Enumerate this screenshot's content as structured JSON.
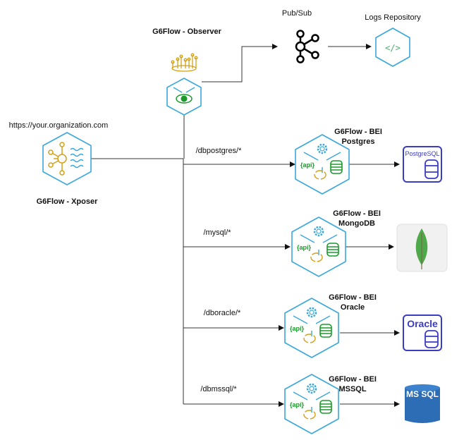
{
  "observer": {
    "title": "G6Flow - Observer"
  },
  "pubsub": {
    "label": "Pub/Sub"
  },
  "logs": {
    "label": "Logs Repository"
  },
  "xposer": {
    "title": "G6Flow - Xposer",
    "url": "https://your.organization.com"
  },
  "routes": [
    {
      "path": "/dbpostgres/*",
      "title1": "G6Flow - BEI",
      "title2": "Postgres",
      "db": "PostgreSQL"
    },
    {
      "path": "/mysql/*",
      "title1": "G6Flow - BEI",
      "title2": "MongoDB",
      "db": ""
    },
    {
      "path": "/dboracle/*",
      "title1": "G6Flow - BEI",
      "title2": "Oracle",
      "db": "Oracle"
    },
    {
      "path": "/dbmssql/*",
      "title1": "G6Flow - BEI",
      "title2": "MSSQL",
      "db": "MS SQL"
    }
  ],
  "colors": {
    "hex": "#3aa8dc",
    "gold": "#d4a017",
    "green": "#1a9a2a",
    "db_blue": "#3b3bc4",
    "mssql": "#2d6db5",
    "mongo": "#4fa94a",
    "line": "#333333"
  }
}
